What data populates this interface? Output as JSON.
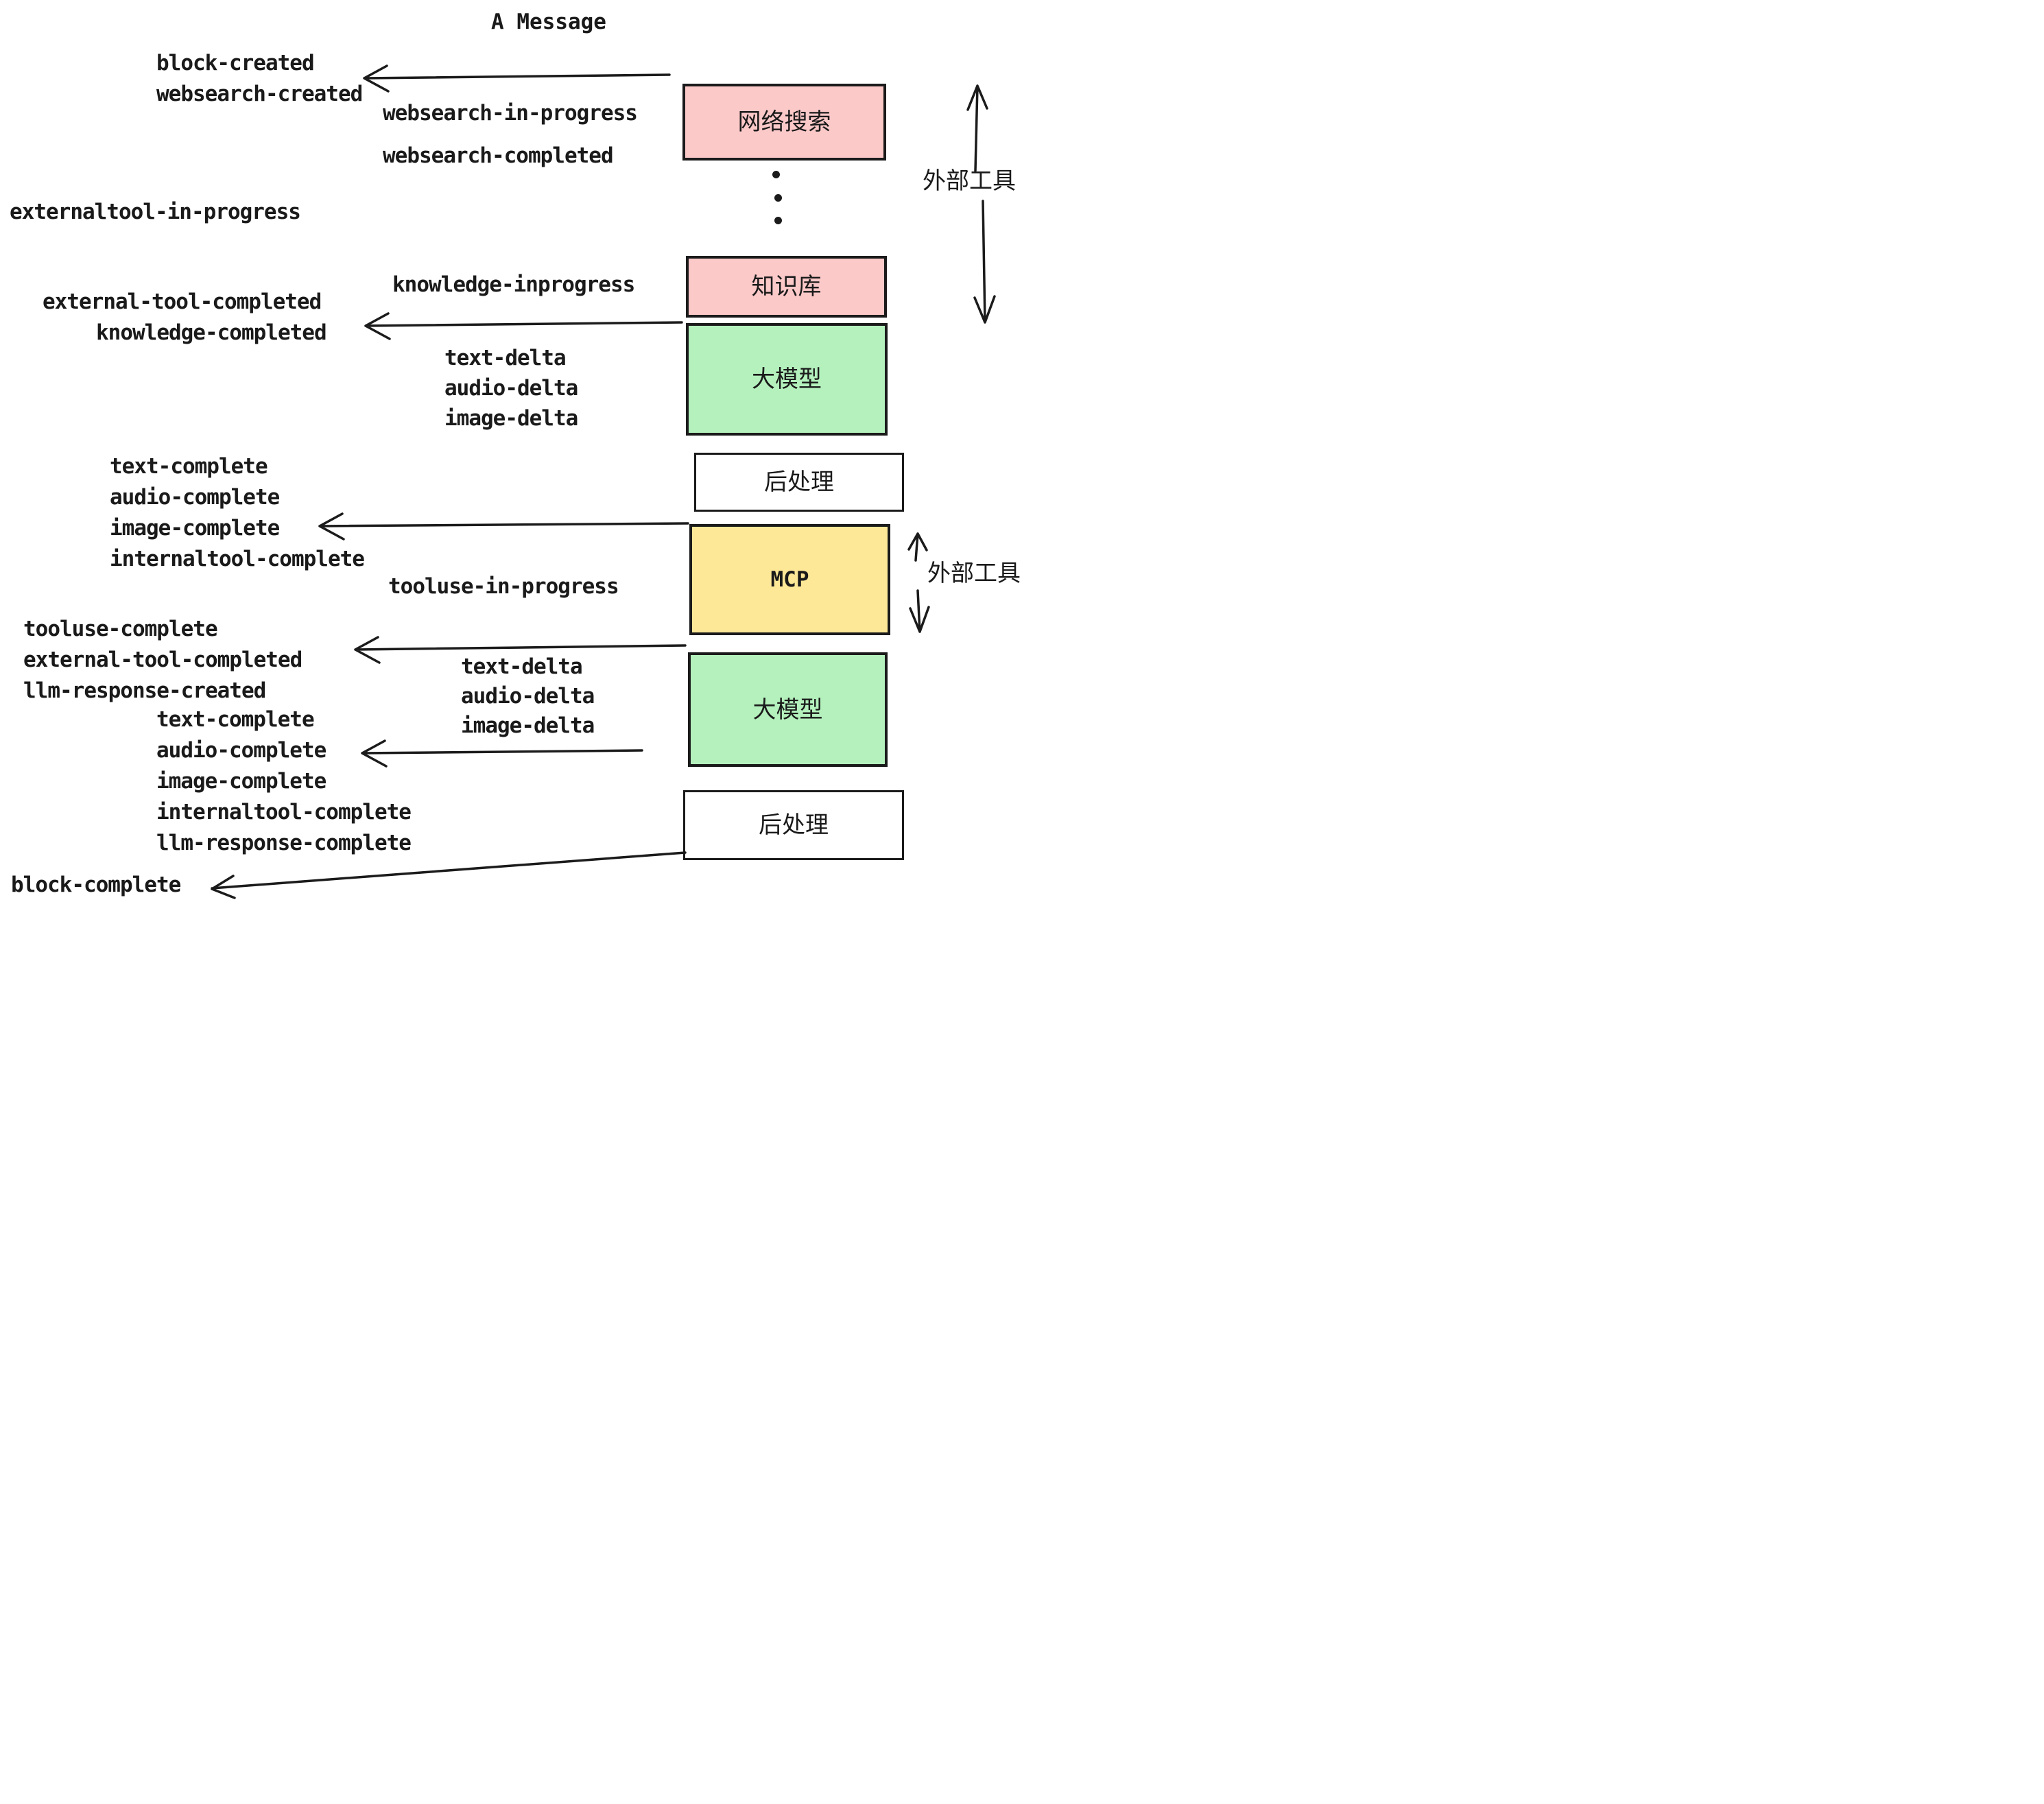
{
  "title": "A Message",
  "colors": {
    "pink": "#fcc9c9",
    "green": "#b4f1bd",
    "yellow": "#fce897",
    "white": "#ffffff",
    "line": "#1b1b1b",
    "text": "#1a1a1a",
    "bg": "#ffffff"
  },
  "boxes": {
    "websearch": {
      "label": "网络搜索",
      "color": "pink"
    },
    "knowledge": {
      "label": "知识库",
      "color": "pink"
    },
    "llm1": {
      "label": "大模型",
      "color": "green"
    },
    "post1": {
      "label": "后处理",
      "color": "white"
    },
    "mcp": {
      "label": "MCP",
      "color": "yellow"
    },
    "llm2": {
      "label": "大模型",
      "color": "green"
    },
    "post2": {
      "label": "后处理",
      "color": "white"
    }
  },
  "side_labels": {
    "external_tools_top": "外部工具",
    "external_tools_bottom": "外部工具"
  },
  "events": {
    "block_created": "block-created",
    "websearch_created": "websearch-created",
    "websearch_in_progress": "websearch-in-progress",
    "websearch_completed": "websearch-completed",
    "externaltool_in_progress": "externaltool-in-progress",
    "knowledge_inprogress": "knowledge-inprogress",
    "external_tool_completed": "external-tool-completed",
    "knowledge_completed": "knowledge-completed",
    "text_delta_1": "text-delta",
    "audio_delta_1": "audio-delta",
    "image_delta_1": "image-delta",
    "text_complete_1": "text-complete",
    "audio_complete_1": "audio-complete",
    "image_complete_1": "image-complete",
    "internaltool_complete_1": "internaltool-complete",
    "tooluse_in_progress": "tooluse-in-progress",
    "tooluse_complete": "tooluse-complete",
    "external_tool_completed_2": "external-tool-completed",
    "llm_response_created": "llm-response-created",
    "text_delta_2": "text-delta",
    "audio_delta_2": "audio-delta",
    "image_delta_2": "image-delta",
    "text_complete_2": "text-complete",
    "audio_complete_2": "audio-complete",
    "image_complete_2": "image-complete",
    "internaltool_complete_2": "internaltool-complete",
    "llm_response_complete": "llm-response-complete",
    "block_complete": "block-complete"
  }
}
